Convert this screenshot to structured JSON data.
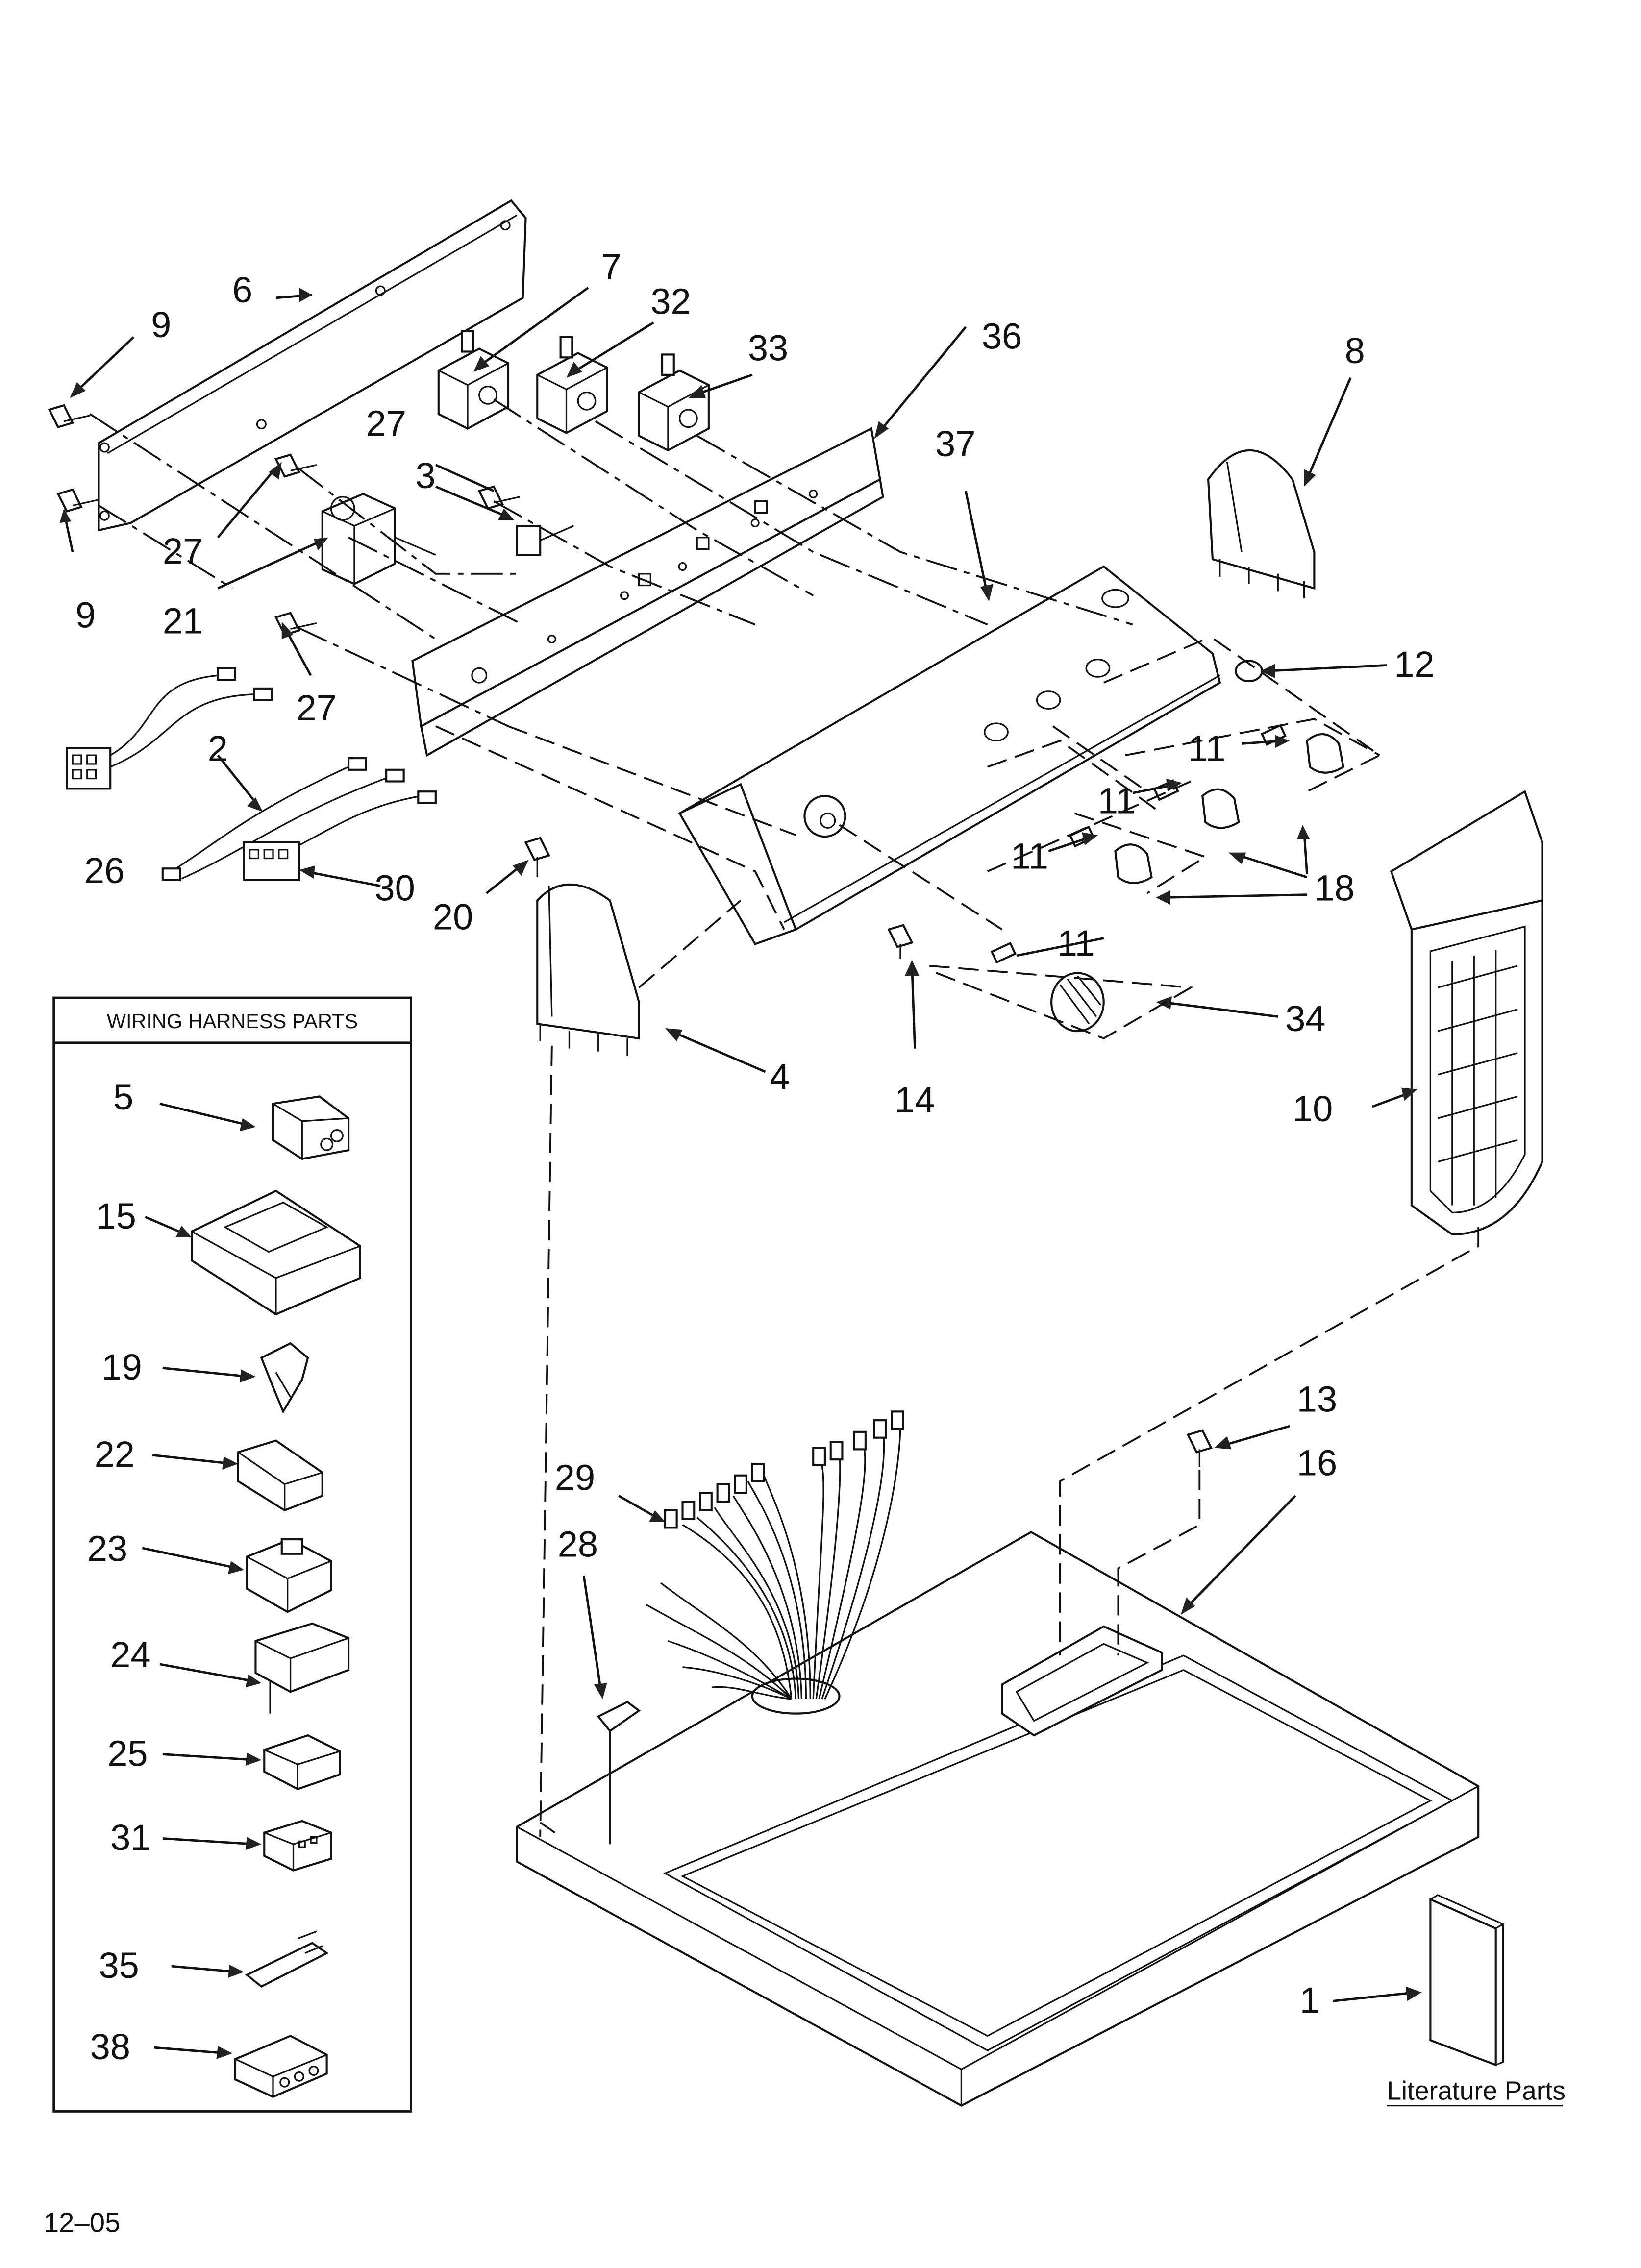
{
  "diagram": {
    "box_title": "WIRING HARNESS PARTS",
    "footer_date": "12–05",
    "literature_label": "Literature Parts",
    "callouts": {
      "c1": "1",
      "c2": "2",
      "c3": "3",
      "c4": "4",
      "c5": "5",
      "c6": "6",
      "c7": "7",
      "c8": "8",
      "c9": "9",
      "c10": "10",
      "c11": "11",
      "c12": "12",
      "c13": "13",
      "c14": "14",
      "c15": "15",
      "c16": "16",
      "c18": "18",
      "c19": "19",
      "c20": "20",
      "c21": "21",
      "c22": "22",
      "c23": "23",
      "c24": "24",
      "c25": "25",
      "c26": "26",
      "c27": "27",
      "c28": "28",
      "c29": "29",
      "c30": "30",
      "c31": "31",
      "c32": "32",
      "c33": "33",
      "c34": "34",
      "c35": "35",
      "c36": "36",
      "c37": "37",
      "c38": "38"
    }
  }
}
